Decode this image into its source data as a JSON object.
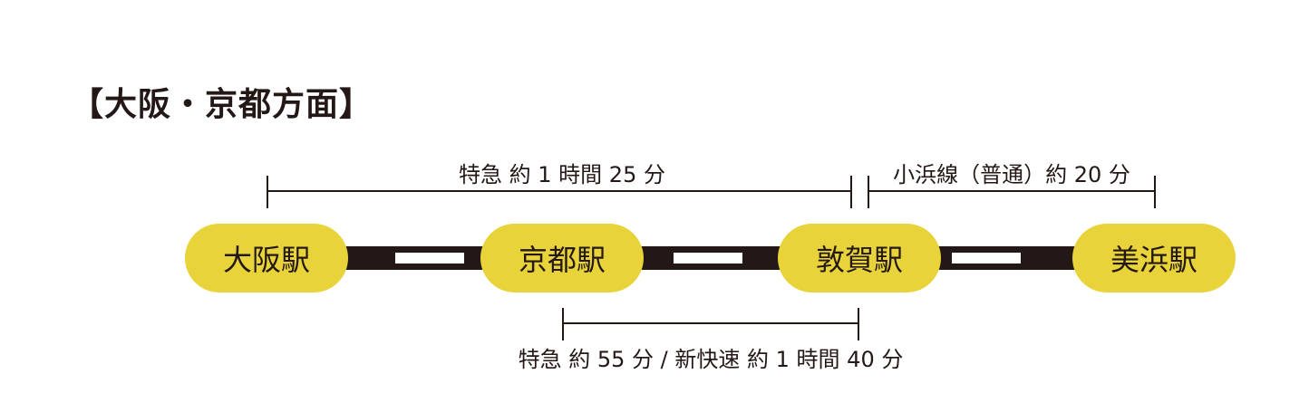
{
  "heading": "【大阪・京都方面】",
  "stations": [
    {
      "name": "大阪駅"
    },
    {
      "name": "京都駅"
    },
    {
      "name": "敦賀駅"
    },
    {
      "name": "美浜駅"
    }
  ],
  "spans": {
    "osaka_tsuruga": "特急 約 1 時間 25 分",
    "tsuruga_mihama": "小浜線（普通）約 20 分",
    "kyoto_tsuruga": "特急 約 55 分 / 新快速 約 1 時間 40 分"
  },
  "colors": {
    "station_fill": "#e8d43a",
    "track": "#231815",
    "text": "#231815"
  }
}
